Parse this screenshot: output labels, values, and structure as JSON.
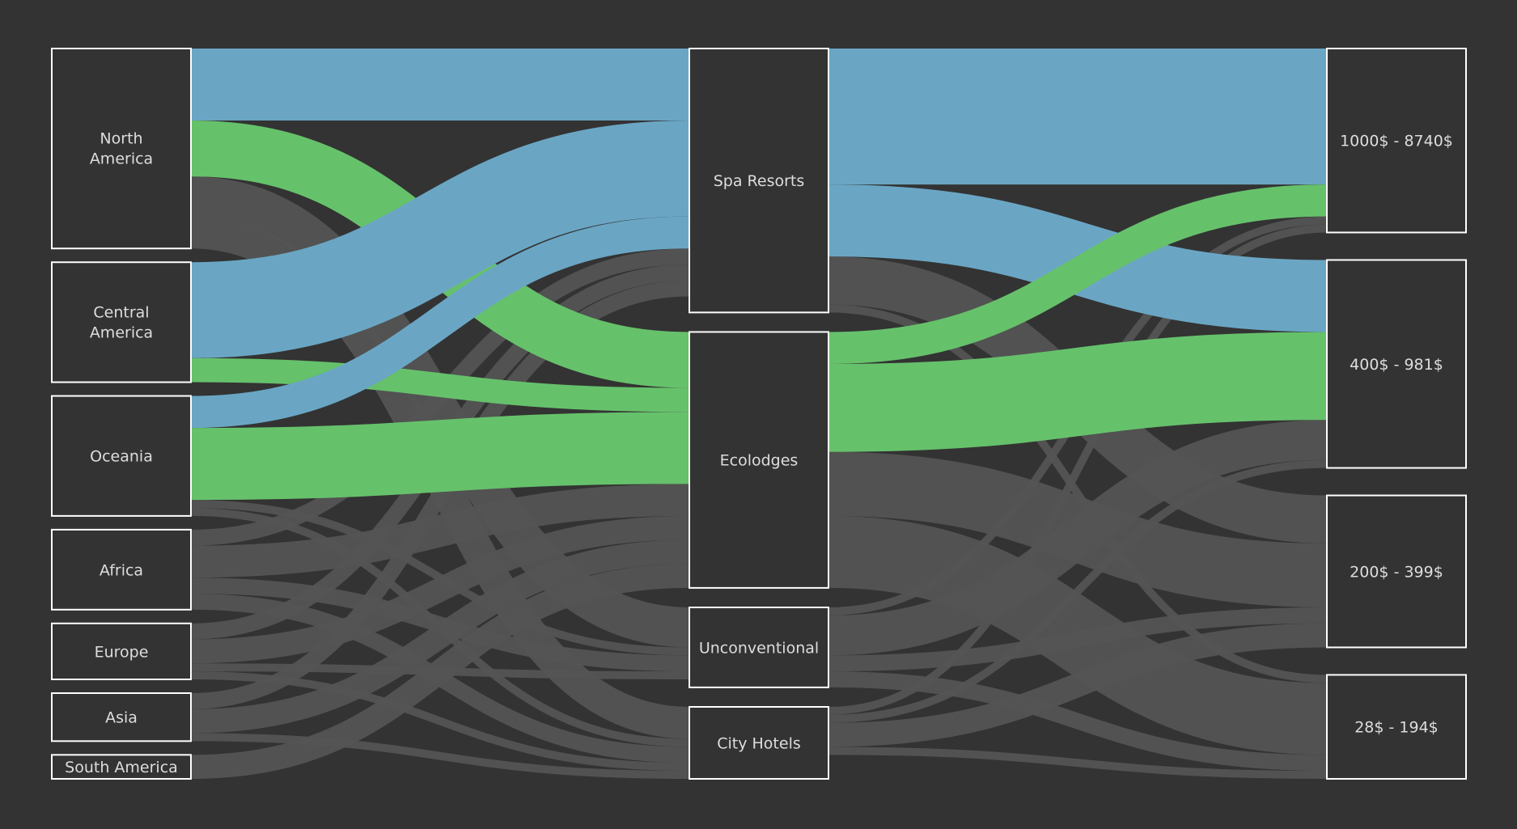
{
  "colors": {
    "background": "#333333",
    "node_border": "#ffffff",
    "label_text": "#dddddd",
    "neutral_link": "#555555",
    "spa_link": "#6aa6c4",
    "eco_link": "#66c16b"
  },
  "chart_data": {
    "type": "sankey",
    "nodes": [
      {
        "id": "north-america",
        "label": "North America",
        "column": 0
      },
      {
        "id": "central-america",
        "label": "Central America",
        "column": 0
      },
      {
        "id": "oceania",
        "label": "Oceania",
        "column": 0
      },
      {
        "id": "africa",
        "label": "Africa",
        "column": 0
      },
      {
        "id": "europe",
        "label": "Europe",
        "column": 0
      },
      {
        "id": "asia",
        "label": "Asia",
        "column": 0
      },
      {
        "id": "south-america",
        "label": "South America",
        "column": 0
      },
      {
        "id": "spa-resorts",
        "label": "Spa Resorts",
        "column": 1
      },
      {
        "id": "ecolodges",
        "label": "Ecolodges",
        "column": 1
      },
      {
        "id": "unconventional",
        "label": "Unconventional",
        "column": 1
      },
      {
        "id": "city-hotels",
        "label": "City Hotels",
        "column": 1
      },
      {
        "id": "p1000",
        "label": "1000$ - 8740$",
        "column": 2
      },
      {
        "id": "p400",
        "label": "400$ - 981$",
        "column": 2
      },
      {
        "id": "p200",
        "label": "200$ - 399$",
        "column": 2
      },
      {
        "id": "p28",
        "label": "28$ - 194$",
        "column": 2
      }
    ],
    "links": [
      {
        "source": "north-america",
        "target": "spa-resorts",
        "value": 9,
        "highlight": "spa"
      },
      {
        "source": "north-america",
        "target": "ecolodges",
        "value": 7,
        "highlight": "eco"
      },
      {
        "source": "north-america",
        "target": "unconventional",
        "value": 5
      },
      {
        "source": "north-america",
        "target": "city-hotels",
        "value": 4
      },
      {
        "source": "central-america",
        "target": "spa-resorts",
        "value": 12,
        "highlight": "spa"
      },
      {
        "source": "central-america",
        "target": "ecolodges",
        "value": 3,
        "highlight": "eco"
      },
      {
        "source": "oceania",
        "target": "spa-resorts",
        "value": 4,
        "highlight": "spa"
      },
      {
        "source": "oceania",
        "target": "ecolodges",
        "value": 9,
        "highlight": "eco"
      },
      {
        "source": "oceania",
        "target": "unconventional",
        "value": 1
      },
      {
        "source": "oceania",
        "target": "city-hotels",
        "value": 1
      },
      {
        "source": "africa",
        "target": "spa-resorts",
        "value": 2
      },
      {
        "source": "africa",
        "target": "ecolodges",
        "value": 4
      },
      {
        "source": "africa",
        "target": "unconventional",
        "value": 2
      },
      {
        "source": "africa",
        "target": "city-hotels",
        "value": 2
      },
      {
        "source": "europe",
        "target": "spa-resorts",
        "value": 2
      },
      {
        "source": "europe",
        "target": "ecolodges",
        "value": 3
      },
      {
        "source": "europe",
        "target": "unconventional",
        "value": 1
      },
      {
        "source": "europe",
        "target": "city-hotels",
        "value": 1
      },
      {
        "source": "asia",
        "target": "spa-resorts",
        "value": 2
      },
      {
        "source": "asia",
        "target": "ecolodges",
        "value": 3
      },
      {
        "source": "asia",
        "target": "city-hotels",
        "value": 1
      },
      {
        "source": "south-america",
        "target": "ecolodges",
        "value": 3
      },
      {
        "source": "spa-resorts",
        "target": "p1000",
        "value": 17,
        "highlight": "spa"
      },
      {
        "source": "spa-resorts",
        "target": "p400",
        "value": 9,
        "highlight": "spa"
      },
      {
        "source": "spa-resorts",
        "target": "p200",
        "value": 6
      },
      {
        "source": "spa-resorts",
        "target": "p28",
        "value": 1
      },
      {
        "source": "ecolodges",
        "target": "p1000",
        "value": 4,
        "highlight": "eco"
      },
      {
        "source": "ecolodges",
        "target": "p400",
        "value": 11,
        "highlight": "eco"
      },
      {
        "source": "ecolodges",
        "target": "p200",
        "value": 8
      },
      {
        "source": "ecolodges",
        "target": "p28",
        "value": 9
      },
      {
        "source": "unconventional",
        "target": "p1000",
        "value": 1
      },
      {
        "source": "unconventional",
        "target": "p400",
        "value": 5
      },
      {
        "source": "unconventional",
        "target": "p200",
        "value": 2
      },
      {
        "source": "unconventional",
        "target": "p28",
        "value": 2
      },
      {
        "source": "city-hotels",
        "target": "p1000",
        "value": 1
      },
      {
        "source": "city-hotels",
        "target": "p400",
        "value": 1
      },
      {
        "source": "city-hotels",
        "target": "p200",
        "value": 3
      },
      {
        "source": "city-hotels",
        "target": "p28",
        "value": 1
      }
    ]
  }
}
